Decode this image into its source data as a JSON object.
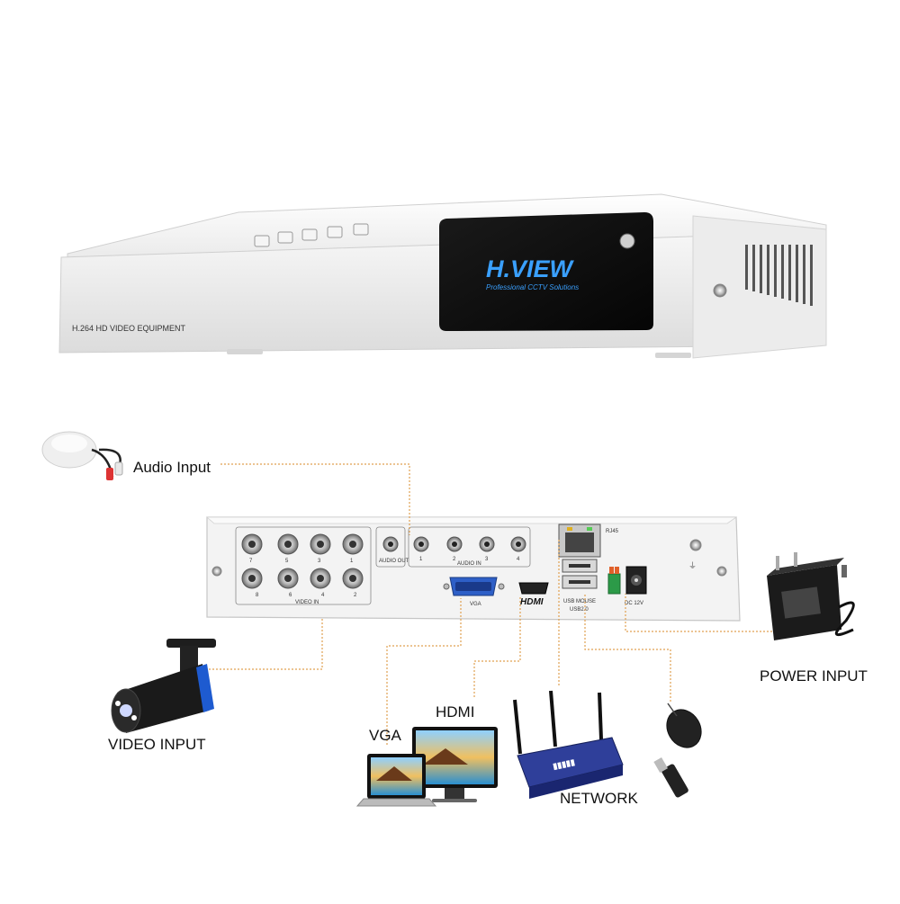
{
  "front_panel": {
    "model_text": "H.264 HD VIDEO EQUIPMENT",
    "brand": "H.VIEW",
    "tagline": "Professional CCTV Solutions"
  },
  "rear_panel": {
    "video_in_label": "VIDEO IN",
    "video_in_numbers_top": [
      "7",
      "5",
      "3",
      "1"
    ],
    "video_in_numbers_bottom": [
      "8",
      "6",
      "4",
      "2"
    ],
    "audio_out_label": "AUDIO OUT",
    "audio_in_label": "AUDIO IN",
    "audio_in_numbers": [
      "1",
      "2",
      "3",
      "4"
    ],
    "vga_label": "VGA",
    "hdmi_label": "HDMI",
    "rj45_label": "RJ45",
    "usb_mouse_label": "USB MOUSE",
    "usb_label": "USB2.0",
    "dc_label": "DC 12V"
  },
  "callouts": {
    "audio_input": "Audio Input",
    "video_input": "VIDEO INPUT",
    "hdmi": "HDMI",
    "vga": "VGA",
    "network": "NETWORK",
    "power_input": "POWER INPUT"
  },
  "accents": {
    "line_color": "#e0a050",
    "brand_color": "#3aa0ff",
    "panel_color": "#f3f3f3"
  }
}
